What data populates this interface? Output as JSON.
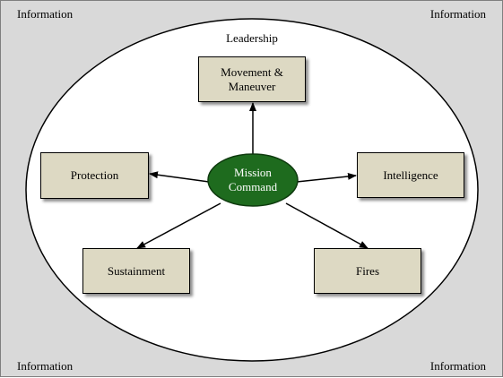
{
  "corners": {
    "top_left": "Information",
    "top_right": "Information",
    "bottom_left": "Information",
    "bottom_right": "Information"
  },
  "outer_label": "Leadership",
  "core": {
    "label": "Mission\nCommand",
    "fill": "#1e6b1e"
  },
  "boxes": {
    "movement": "Movement &\nManeuver",
    "protection": "Protection",
    "intelligence": "Intelligence",
    "sustainment": "Sustainment",
    "fires": "Fires"
  },
  "colors": {
    "background": "#d9d9d9",
    "box_fill": "#ddd9c3",
    "core_fill": "#1e6b1e",
    "ellipse_fill": "#ffffff"
  }
}
